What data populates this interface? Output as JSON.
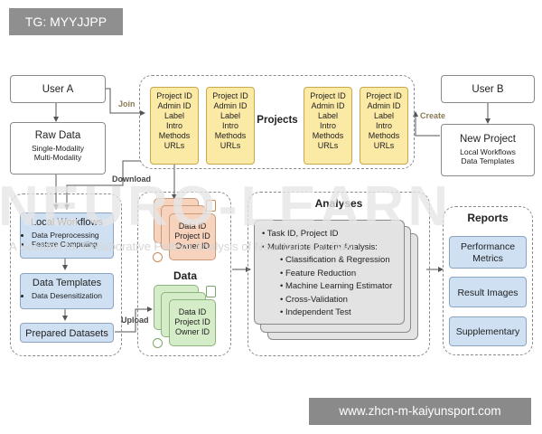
{
  "tag": "TG: MYYJJPP",
  "watermark": "NEURO-LEARN",
  "watermark_sub": "A Solution for Collaborative Pattern Analysis of Neuroimaging Data",
  "footer_url": "www.zhcn-m-kaiyunsport.com",
  "user_a": "User A",
  "user_b": "User B",
  "raw_data": {
    "title": "Raw Data",
    "lines": [
      "Single-Modality",
      "Multi-Modality"
    ]
  },
  "new_project": {
    "title": "New Project",
    "lines": [
      "Local Workflows",
      "Data Templates"
    ]
  },
  "projects_title": "Projects",
  "project_card": [
    "Project ID",
    "Admin ID",
    "Label",
    "Intro",
    "Methods",
    "URLs"
  ],
  "arrows": {
    "join": "Join",
    "create": "Create",
    "download": "Download",
    "upload": "Upload"
  },
  "local_workflows": {
    "title": "Local Workflows",
    "items": [
      "Data Preprocessing",
      "Feature Computing"
    ]
  },
  "data_templates": {
    "title": "Data Templates",
    "items": [
      "Data Desensitization"
    ]
  },
  "prepared_datasets": "Prepared Datasets",
  "data_title": "Data",
  "data_card": [
    "Data ID",
    "Project ID",
    "Owner ID"
  ],
  "analyses": {
    "title": "Analyses",
    "line1": "Task ID, Project ID",
    "line2": "Multivariate Pattern Analysis:",
    "items": [
      "Classification & Regression",
      "Feature Reduction",
      "Machine Learning Estimator",
      "Cross-Validation",
      "Independent Test"
    ]
  },
  "reports": {
    "title": "Reports",
    "items": [
      "Performance Metrics",
      "Result Images",
      "Supplementary"
    ]
  }
}
